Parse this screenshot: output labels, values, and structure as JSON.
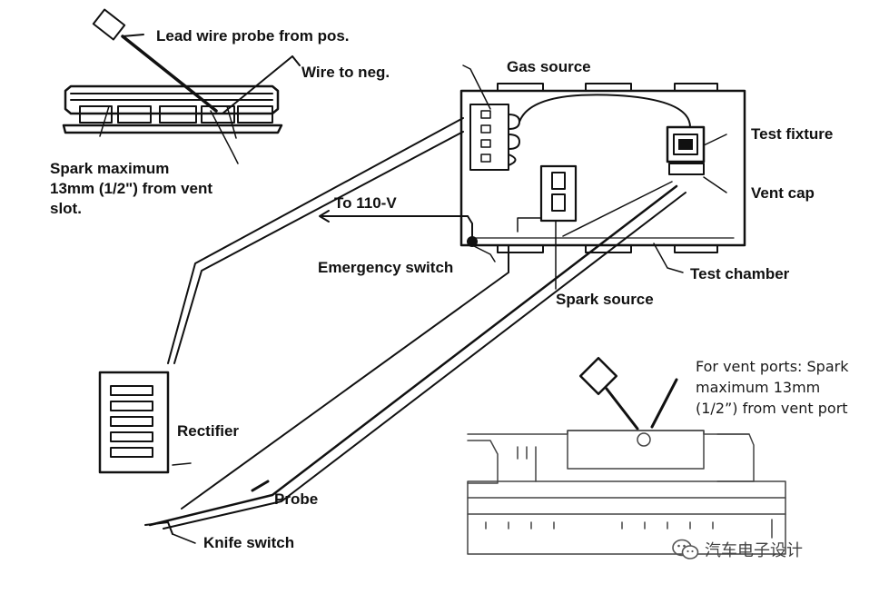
{
  "labels": {
    "lead_wire": "Lead wire probe from pos.",
    "wire_neg": "Wire to neg.",
    "spark_slot": "Spark maximum\n13mm (1/2\") from vent\nslot.",
    "gas_source": "Gas source",
    "test_fixture": "Test fixture",
    "vent_cap": "Vent cap",
    "to_110v": "To 110-V",
    "emergency_switch": "Emergency switch",
    "test_chamber": "Test chamber",
    "spark_source": "Spark source",
    "rectifier": "Rectifier",
    "probe": "Probe",
    "knife_switch": "Knife switch",
    "vent_ports": "For vent ports: Spark\nmaximum 13mm\n(1/2”) from vent port"
  },
  "watermark": {
    "text": "汽车电子设计",
    "icon": "wechat-icon"
  },
  "colors": {
    "ink": "#111111",
    "background": "#ffffff"
  }
}
